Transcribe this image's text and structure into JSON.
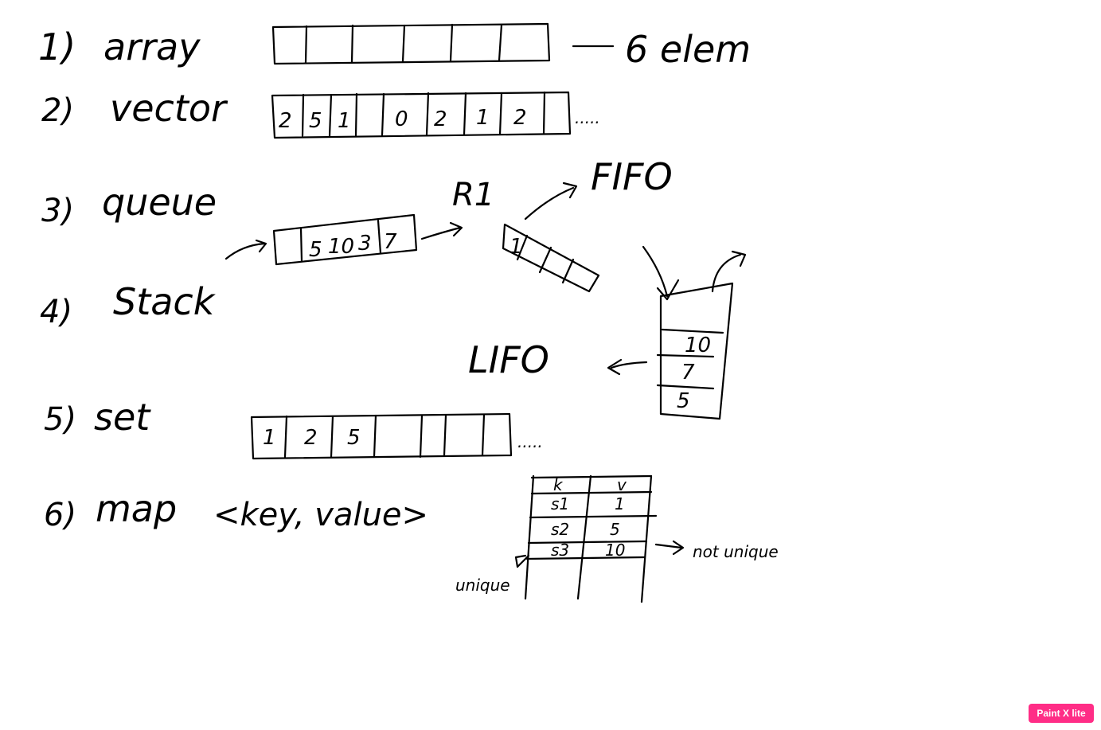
{
  "items": [
    {
      "num": "1)",
      "label": "array"
    },
    {
      "num": "2)",
      "label": "vector"
    },
    {
      "num": "3)",
      "label": "queue"
    },
    {
      "num": "4)",
      "label": "Stack"
    },
    {
      "num": "5)",
      "label": "set"
    },
    {
      "num": "6)",
      "label": "map"
    }
  ],
  "array": {
    "note": "6 elem"
  },
  "vector": {
    "cells": [
      "2",
      "5",
      "1",
      "0",
      "2",
      "1",
      "2"
    ],
    "ellipsis": "....."
  },
  "queue": {
    "cells": [
      "5",
      "10",
      "3",
      "7"
    ],
    "register": "R1",
    "tilted_cell": "1",
    "fifo": "FIFO"
  },
  "stack": {
    "cells": [
      "10",
      "7",
      "5"
    ],
    "lifo": "LIFO"
  },
  "set": {
    "cells": [
      "1",
      "2",
      "5"
    ],
    "ellipsis": "....."
  },
  "map": {
    "signature": "<key, value>",
    "headers": [
      "k",
      "v"
    ],
    "rows": [
      [
        "s1",
        "1"
      ],
      [
        "s2",
        "5"
      ],
      [
        "s3",
        "10"
      ]
    ],
    "unique_note": "unique",
    "not_unique_note": "not unique"
  },
  "watermark": "Paint X lite"
}
